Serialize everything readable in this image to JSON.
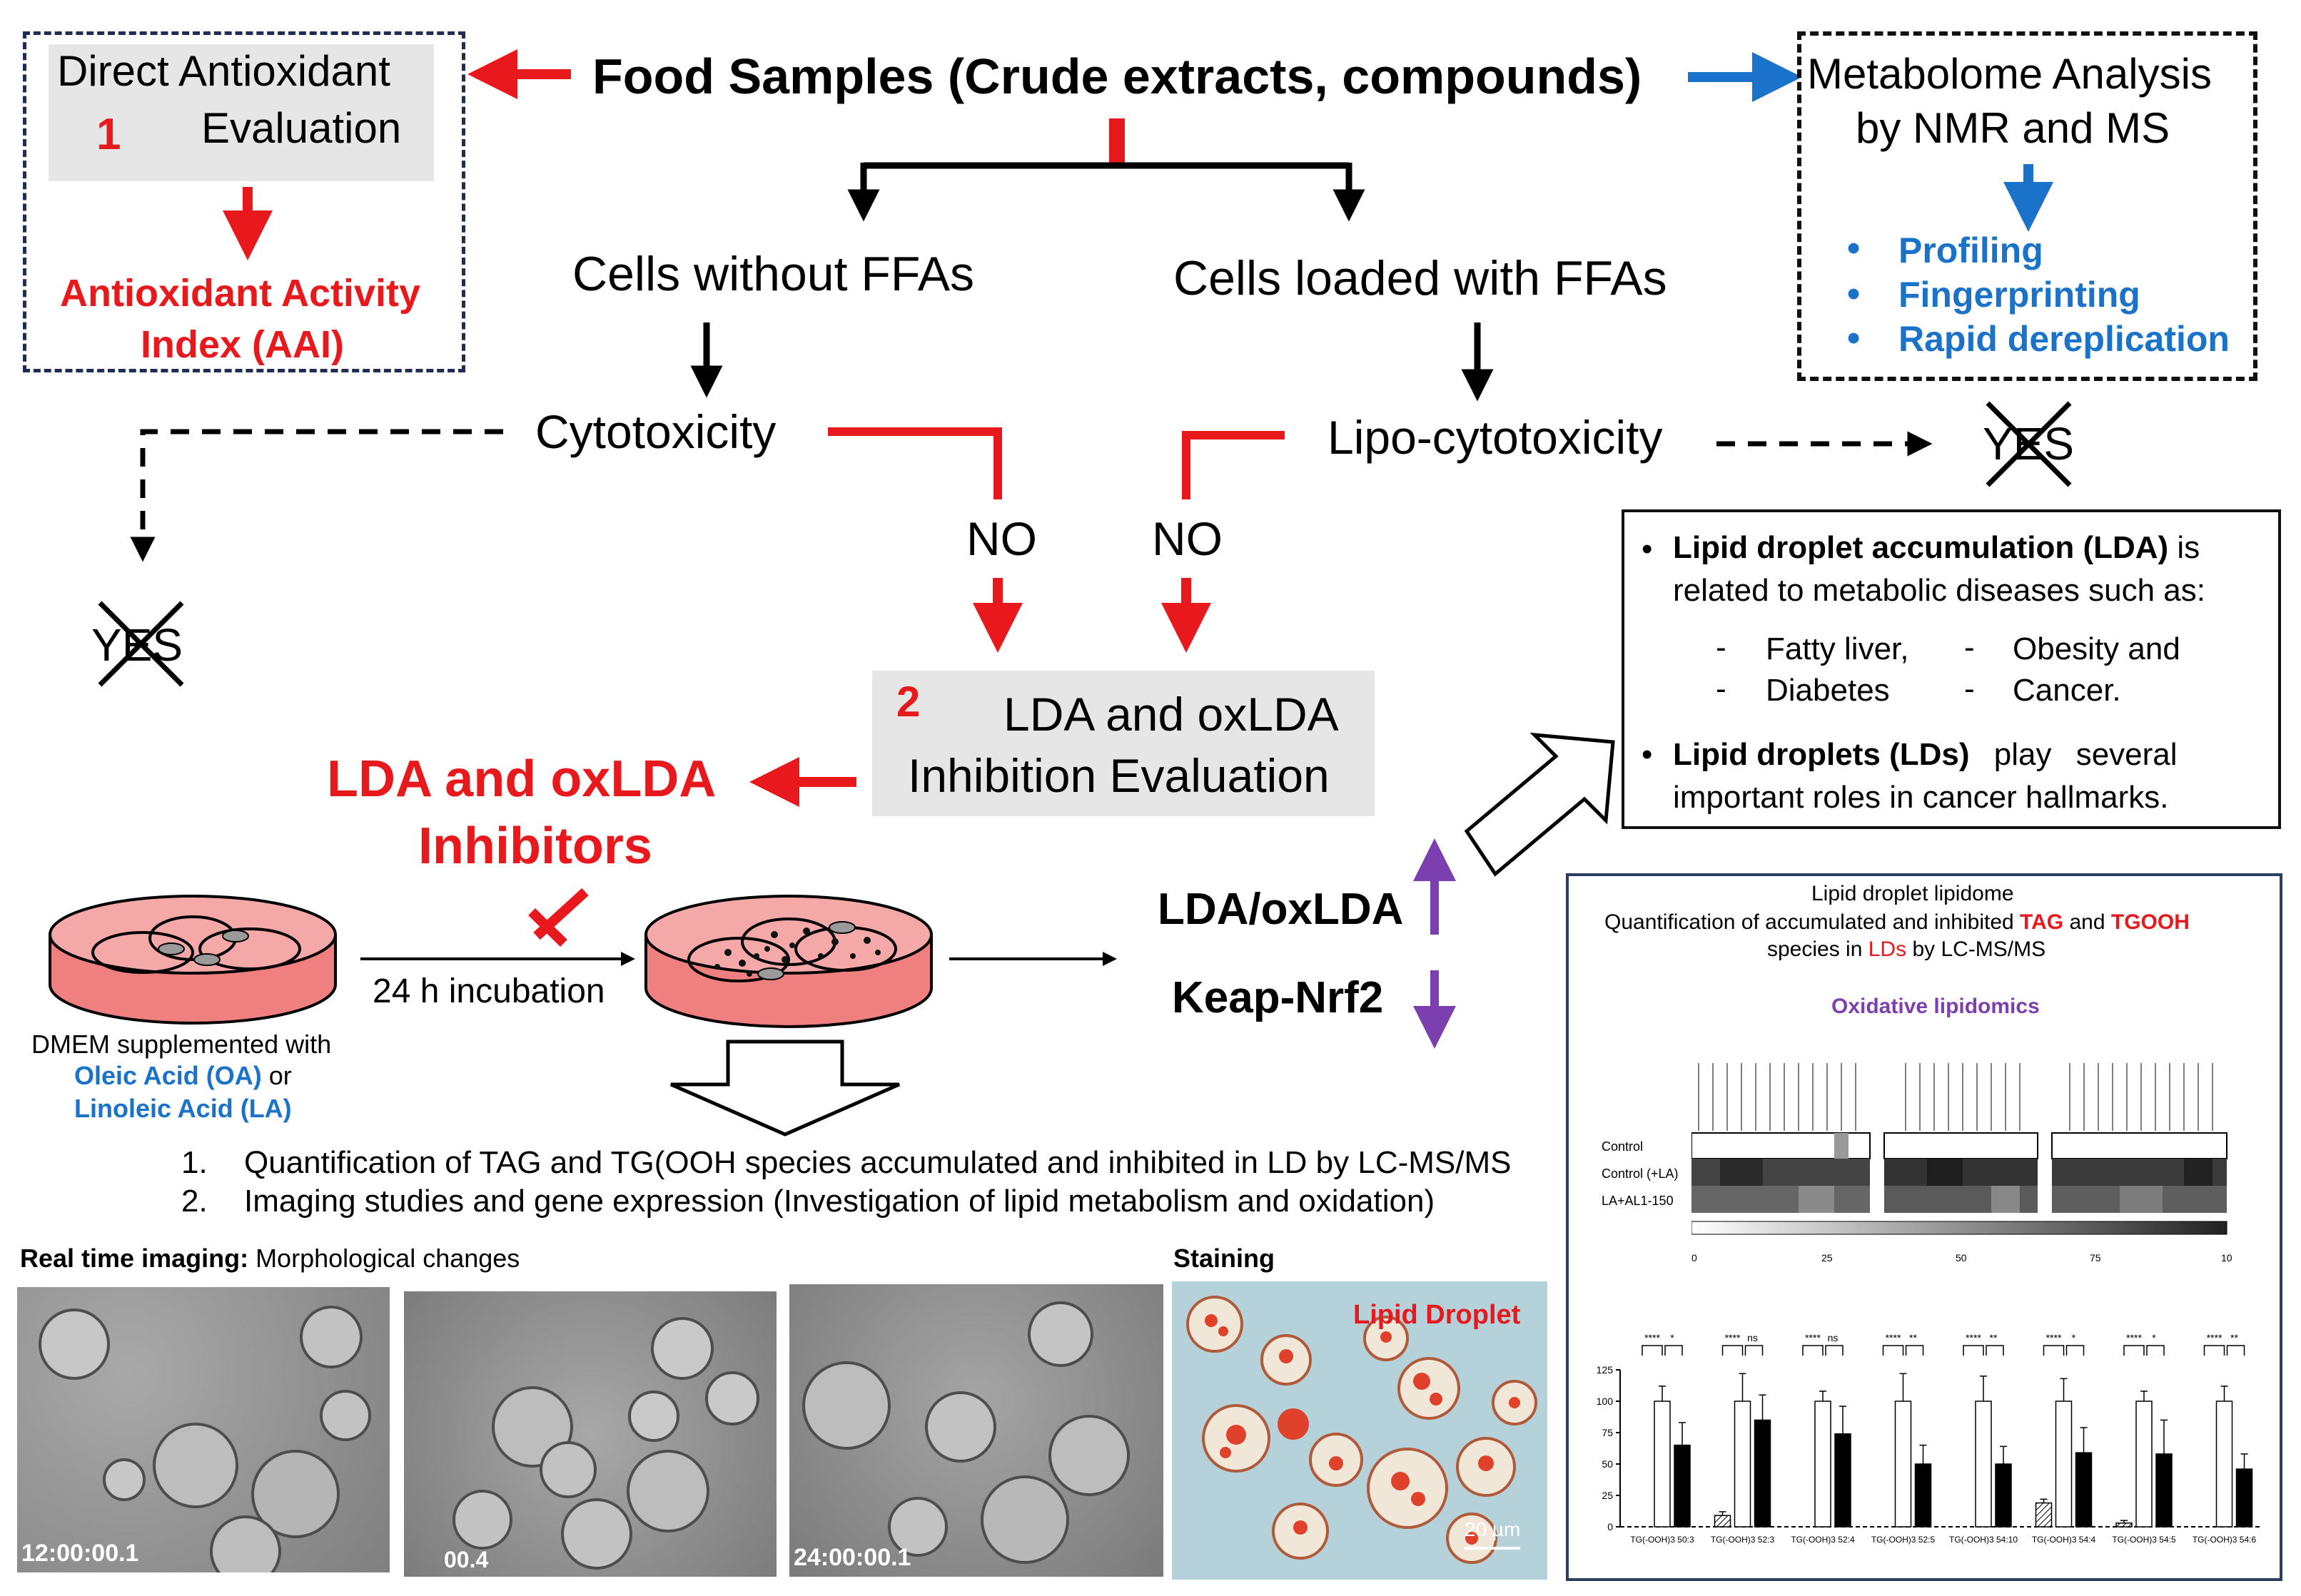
{
  "food_samples": "Food Samples (Crude extracts, compounds)",
  "direct": {
    "title_line1": "Direct Antioxidant",
    "title_line2": "Evaluation",
    "step": "1",
    "result_line1": "Antioxidant Activity",
    "result_line2": "Index (AAI)"
  },
  "metabolome": {
    "title_line1": "Metabolome Analysis",
    "title_line2": "by NMR and MS",
    "items": [
      "Profiling",
      "Fingerprinting",
      "Rapid dereplication"
    ]
  },
  "cells_without": "Cells without FFAs",
  "cells_loaded": "Cells loaded with FFAs",
  "cytotoxicity": "Cytotoxicity",
  "lipo_cytotoxicity": "Lipo-cytotoxicity",
  "no_left": "NO",
  "no_right": "NO",
  "yes_left": "YES",
  "yes_right": "YES",
  "lda_box": {
    "step": "2",
    "line1": "LDA and oxLDA",
    "line2": "Inhibition Evaluation"
  },
  "inhibitors": {
    "line1": "LDA and oxLDA",
    "line2": "Inhibitors"
  },
  "incubation": "24 h incubation",
  "dmem": {
    "line1": "DMEM supplemented with",
    "oleic": "Oleic Acid (OA)",
    "or": " or",
    "linoleic": "Linoleic Acid (LA)"
  },
  "lda_oxlda": "LDA/oxLDA",
  "keap": "Keap-Nrf2",
  "info_box": {
    "b1_bold": "Lipid droplet accumulation (LDA)",
    "b1_rest": " is",
    "b1_line2": "related to metabolic diseases such as:",
    "d1": "Fatty liver,",
    "d2": "Diabetes",
    "d3": "Obesity and",
    "d4": "Cancer.",
    "b2_bold": "Lipid droplets (LDs)",
    "b2_rest": " play several",
    "b2_line2": "important roles in cancer hallmarks."
  },
  "steps": [
    {
      "num": "1.",
      "text": "Quantification of TAG and TG(OOH species accumulated and inhibited in LD by LC-MS/MS"
    },
    {
      "num": "2.",
      "text": "Imaging studies and gene expression (Investigation of lipid metabolism and oxidation)"
    }
  ],
  "real_time_bold": "Real time imaging:",
  "real_time_rest": " Morphological changes",
  "staining": "Staining",
  "timestamps": [
    "12:00:00.1",
    "00.4",
    "24:00:00.1"
  ],
  "lipid_droplet": "Lipid Droplet",
  "scale_bar": "20 µm",
  "lipidome": {
    "title1": "Lipid droplet lipidome",
    "title2a": "Quantification of accumulated and inhibited ",
    "tag": "TAG",
    "and": " and ",
    "tgooh": "TGOOH",
    "title3a": "species in ",
    "lds": "LDs",
    "title3b": " by LC-MS/MS",
    "subtitle": "Oxidative lipidomics",
    "rows": [
      "Control",
      "Control (+LA)",
      "LA+AL1-150"
    ],
    "scale_ticks": [
      "0",
      "25",
      "50",
      "75",
      "10"
    ]
  },
  "colors": {
    "red": "#e8191c",
    "blue": "#1a73c8",
    "purple": "#7b3fb0",
    "gray_box": "#e6e6e6"
  },
  "chart_data": {
    "type": "bar",
    "categories": [
      "TG(-OOH)3 50:3",
      "TG(-OOH)3 52:3",
      "TG(-OOH)3 52:4",
      "TG(-OOH)3 52:5",
      "TG(-OOH)3 54:10",
      "TG(-OOH)3 54:4",
      "TG(-OOH)3 54:5",
      "TG(-OOH)3 54:6"
    ],
    "series": [
      {
        "values": [
          0,
          9,
          0,
          0,
          0,
          19,
          3,
          0
        ]
      },
      {
        "values": [
          100,
          100,
          100,
          100,
          100,
          100,
          100,
          100
        ]
      },
      {
        "values": [
          65,
          85,
          74,
          50,
          50,
          59,
          58,
          46
        ]
      }
    ],
    "errors": [
      [
        0,
        3,
        0,
        0,
        0,
        3,
        2,
        0
      ],
      [
        12,
        22,
        8,
        22,
        20,
        18,
        8,
        12
      ],
      [
        18,
        20,
        22,
        15,
        14,
        20,
        27,
        12
      ]
    ],
    "significance": [
      [
        "****",
        "*"
      ],
      [
        "****",
        "ns"
      ],
      [
        "****",
        "ns"
      ],
      [
        "****",
        "**"
      ],
      [
        "****",
        "**"
      ],
      [
        "****",
        "*"
      ],
      [
        "****",
        "*"
      ],
      [
        "****",
        "**"
      ]
    ],
    "yticks": [
      "0",
      "25",
      "50",
      "75",
      "100",
      "125"
    ],
    "ylim": [
      0,
      125
    ]
  }
}
